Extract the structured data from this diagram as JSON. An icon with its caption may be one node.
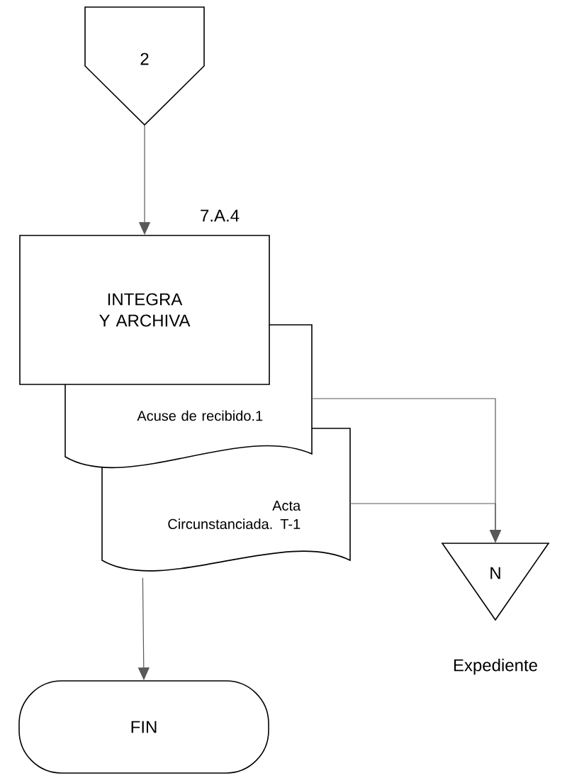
{
  "diagram": {
    "nodes": [
      {
        "text": [
          "2"
        ]
      },
      {
        "text": [
          "INTEGRA Y ARCHIVA"
        ],
        "beside": [
          "7.A.4"
        ]
      },
      {
        "text": [
          "Acuse de recibido.1"
        ]
      },
      {
        "text": [
          "Acta Circunstanciada. T-1"
        ]
      },
      {
        "text": [
          "N"
        ],
        "beside": [
          "Expediente"
        ]
      },
      {
        "text": [
          "FIN"
        ]
      }
    ],
    "edges": [
      {
        "from": 0,
        "to": 1,
        "arrow": "to"
      },
      {
        "from": 2,
        "to": 4,
        "arrow": "to"
      },
      {
        "from": 3,
        "to": 4,
        "arrow": "to"
      },
      {
        "from": 3,
        "to": 5,
        "arrow": "to"
      }
    ]
  }
}
